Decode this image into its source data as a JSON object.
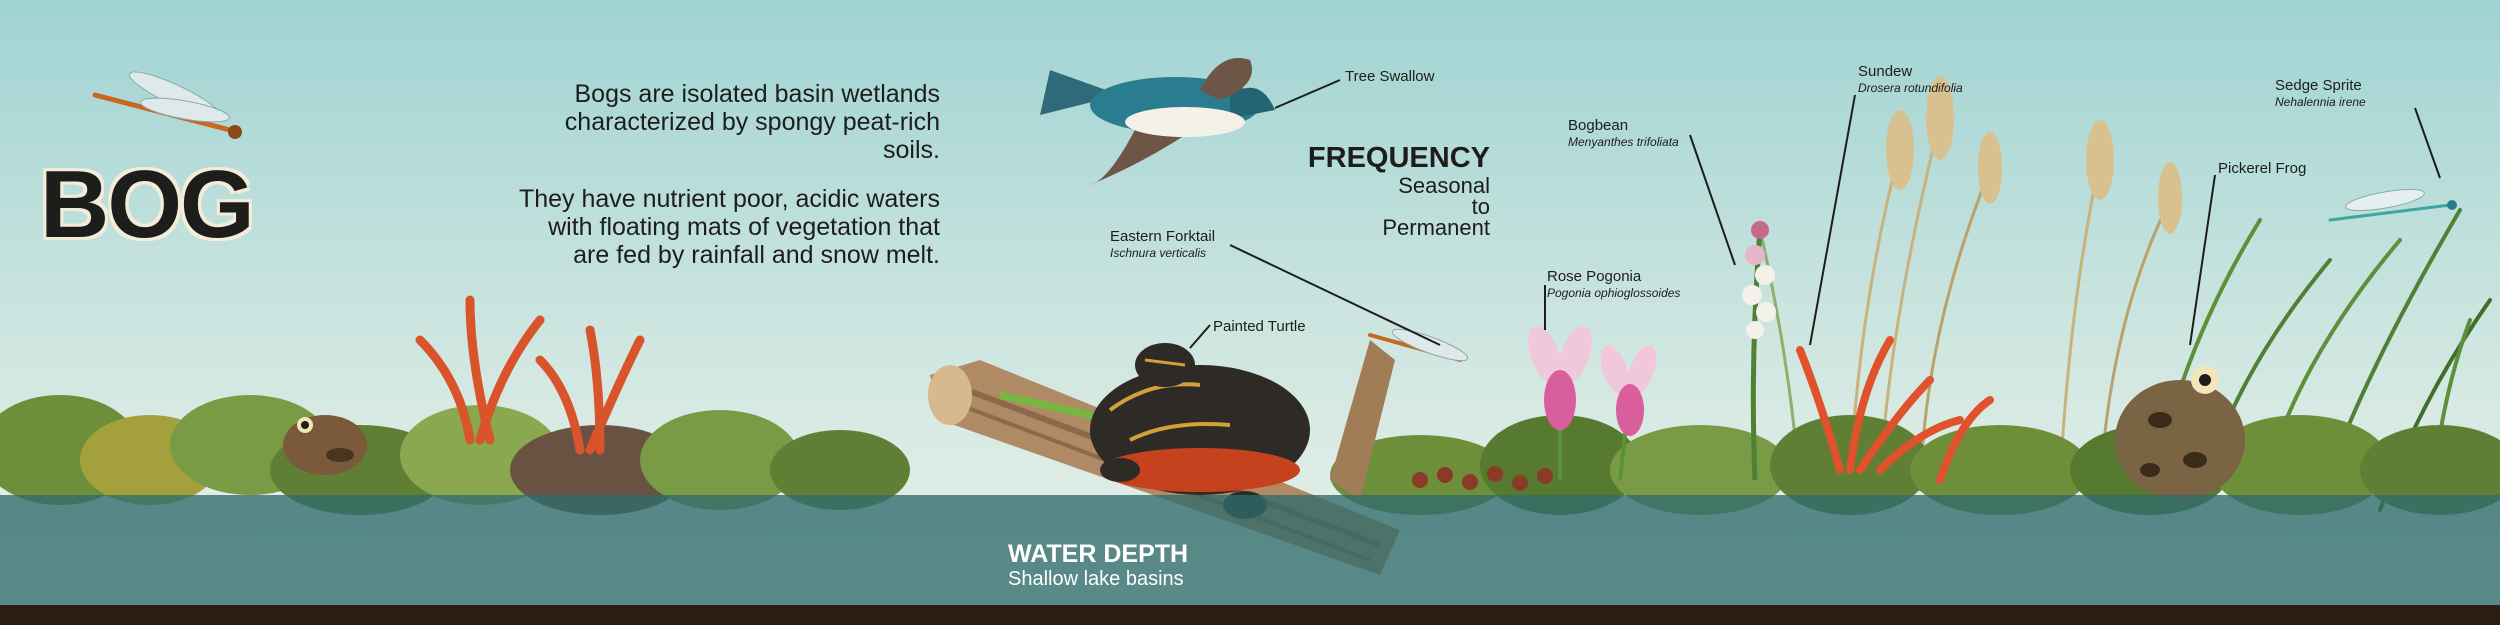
{
  "title": "BOG",
  "description": [
    "Bogs are isolated basin wetlands characterized by spongy peat-rich soils.",
    "They have nutrient poor, acidic waters with floating mats of vegetation that are fed by rainfall and snow melt."
  ],
  "frequency": {
    "heading": "FREQUENCY",
    "value": "Seasonal to Permanent"
  },
  "water_depth": {
    "heading": "WATER DEPTH",
    "value": "Shallow lake basins"
  },
  "species": [
    {
      "common": "Tree Swallow",
      "scientific": ""
    },
    {
      "common": "Eastern Forktail",
      "scientific": "Ischnura verticalis"
    },
    {
      "common": "Painted Turtle",
      "scientific": ""
    },
    {
      "common": "Rose Pogonia",
      "scientific": "Pogonia ophioglossoides"
    },
    {
      "common": "Bogbean",
      "scientific": "Menyanthes trifoliata"
    },
    {
      "common": "Sundew",
      "scientific": "Drosera rotundifolia"
    },
    {
      "common": "Pickerel Frog",
      "scientific": ""
    },
    {
      "common": "Sedge Sprite",
      "scientific": "Nehalennia irene"
    }
  ],
  "colors": {
    "sky_top": "#9fd3d3",
    "sky_bottom": "#eef3ec",
    "water": "#2f6b6b",
    "ground": "#2a1d14",
    "text": "#1d1d1b"
  }
}
